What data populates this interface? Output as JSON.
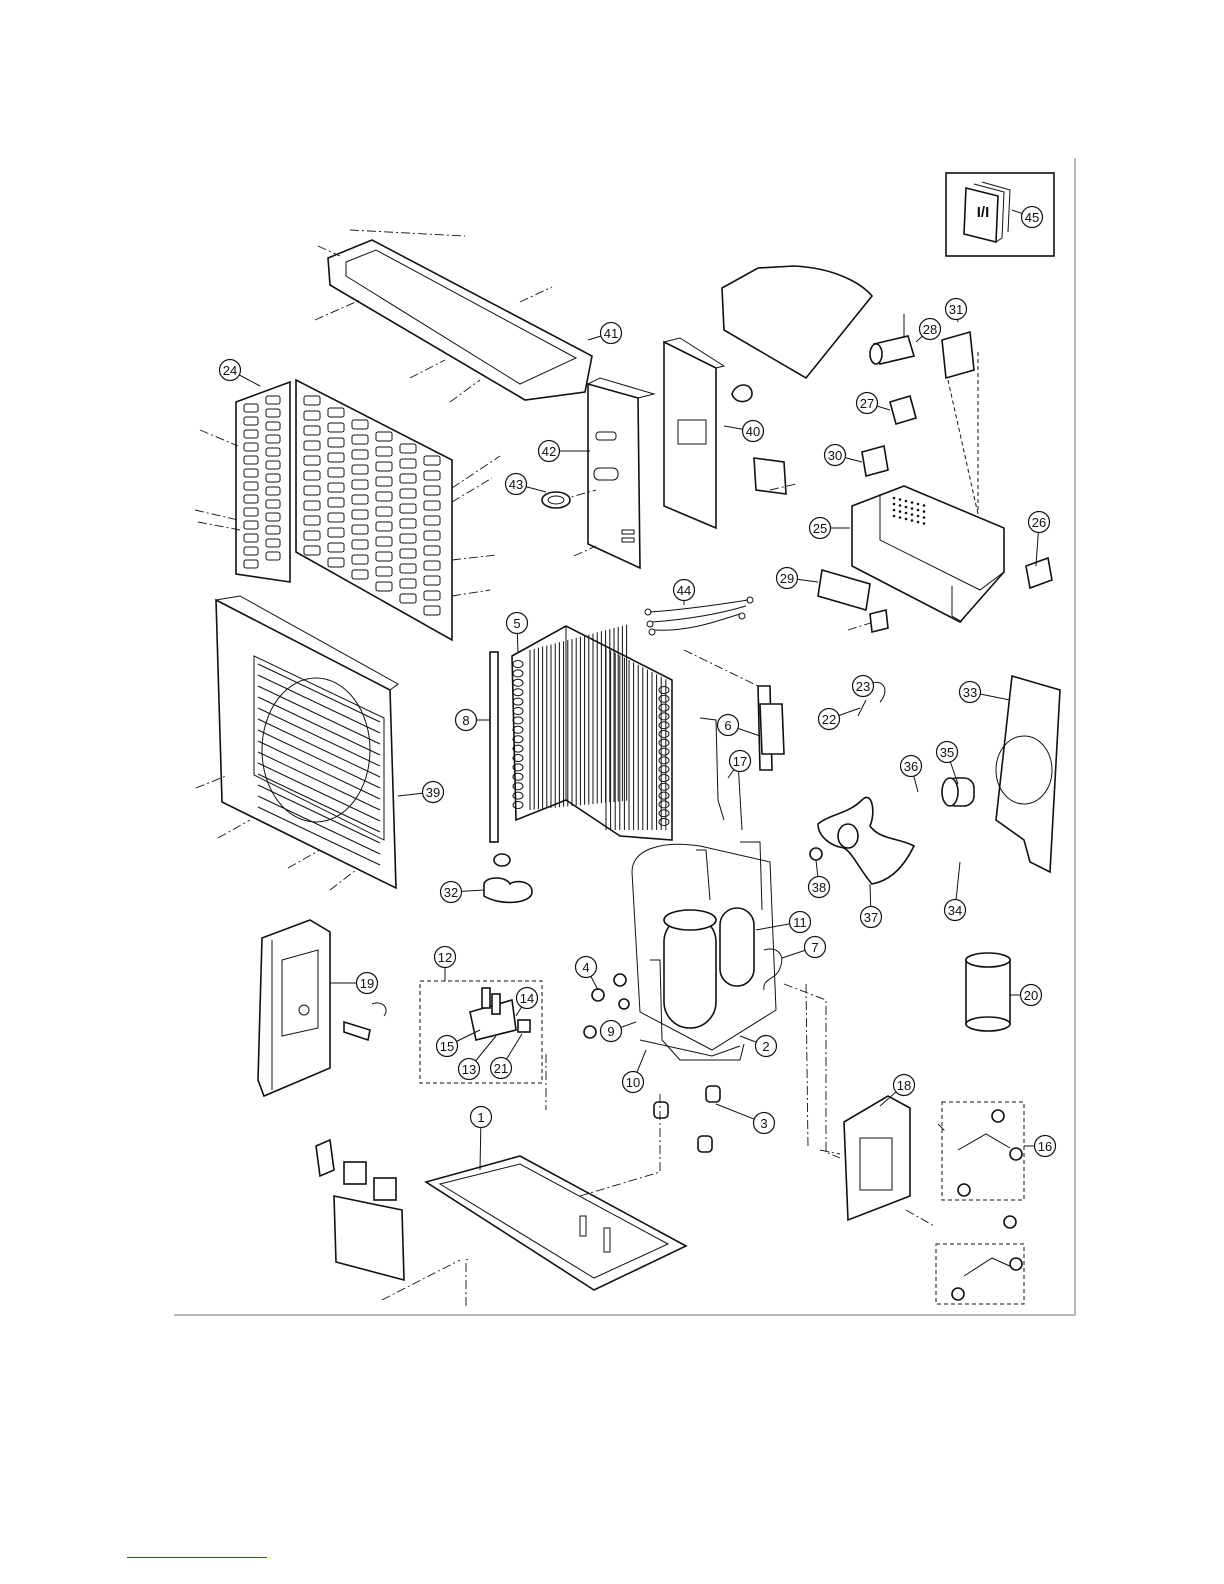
{
  "manual_icon_text": "I/I",
  "callouts": [
    "1",
    "2",
    "3",
    "4",
    "5",
    "6",
    "7",
    "8",
    "9",
    "10",
    "11",
    "12",
    "13",
    "14",
    "15",
    "16",
    "17",
    "18",
    "19",
    "20",
    "21",
    "22",
    "23",
    "24",
    "25",
    "26",
    "27",
    "28",
    "29",
    "30",
    "31",
    "32",
    "33",
    "34",
    "35",
    "36",
    "37",
    "38",
    "39",
    "40",
    "41",
    "42",
    "43",
    "44",
    "45"
  ]
}
